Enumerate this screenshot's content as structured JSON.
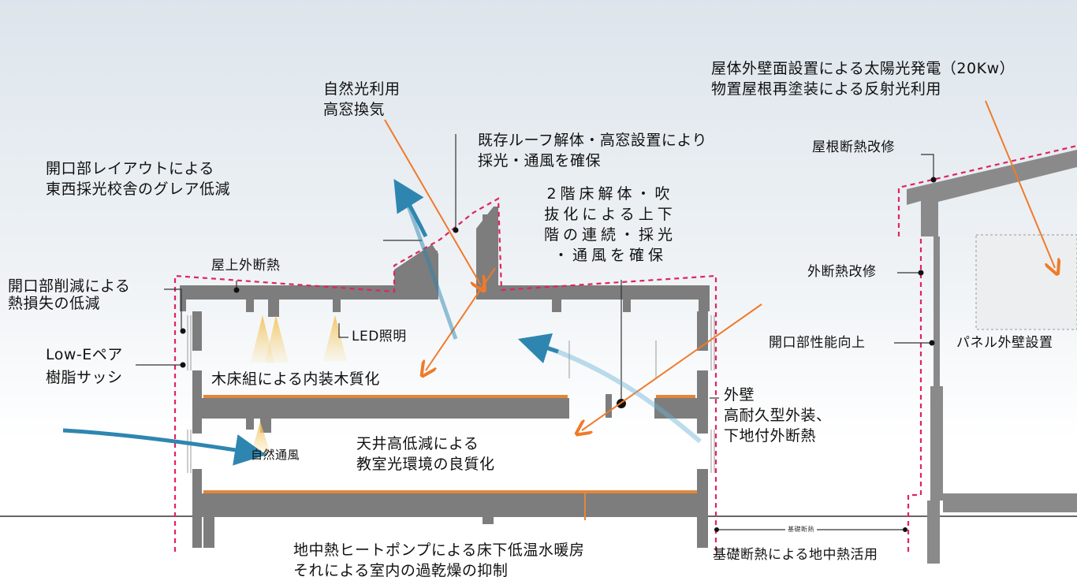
{
  "annotations": {
    "natural_light": [
      "自然光利用",
      "高窓換気"
    ],
    "roof_removal": [
      "既存ルーフ解体・高窓設置により",
      "採光・通風を確保"
    ],
    "glare": [
      "開口部レイアウトによる",
      "東西採光校舎のグレア低減"
    ],
    "solar": [
      "屋体外壁面設置による太陽光発電（20Kw）",
      "物置屋根再塗装による反射光利用"
    ],
    "roof_insulation": "屋根断熱改修",
    "floor_removal": [
      "2階床解体・吹",
      "抜化による上下",
      "階の連続・採光",
      "・通風を確保"
    ],
    "rooftop_insulation": "屋上外断熱",
    "opening_reduction": [
      "開口部削減による",
      "熱損失の低減"
    ],
    "outer_insulation": "外断熱改修",
    "led": "LED照明",
    "low_e": [
      "Low-Eペア",
      "樹脂サッシ"
    ],
    "opening_perf": "開口部性能向上",
    "panel": "パネル外壁設置",
    "wooden_floor": "木床組による内装木質化",
    "exterior_wall": [
      "外壁",
      "高耐久型外装、",
      "下地付外断熱"
    ],
    "natural_vent": "自然通風",
    "ceiling": [
      "天井高低減による",
      "教室光環境の良質化"
    ],
    "foundation_small": "基礎断熱",
    "geothermal": [
      "地中熱ヒートポンプによる床下低温水暖房",
      "それによる室内の過乾燥の抑制"
    ],
    "foundation": "基礎断熱による地中熱活用"
  },
  "colors": {
    "insulation_line": "#e0245e",
    "arrow_orange": "#f07a2a",
    "airflow_blue": "#2e86b0",
    "concrete": "#7a7a7a",
    "floor_heating": "#e2873a"
  }
}
